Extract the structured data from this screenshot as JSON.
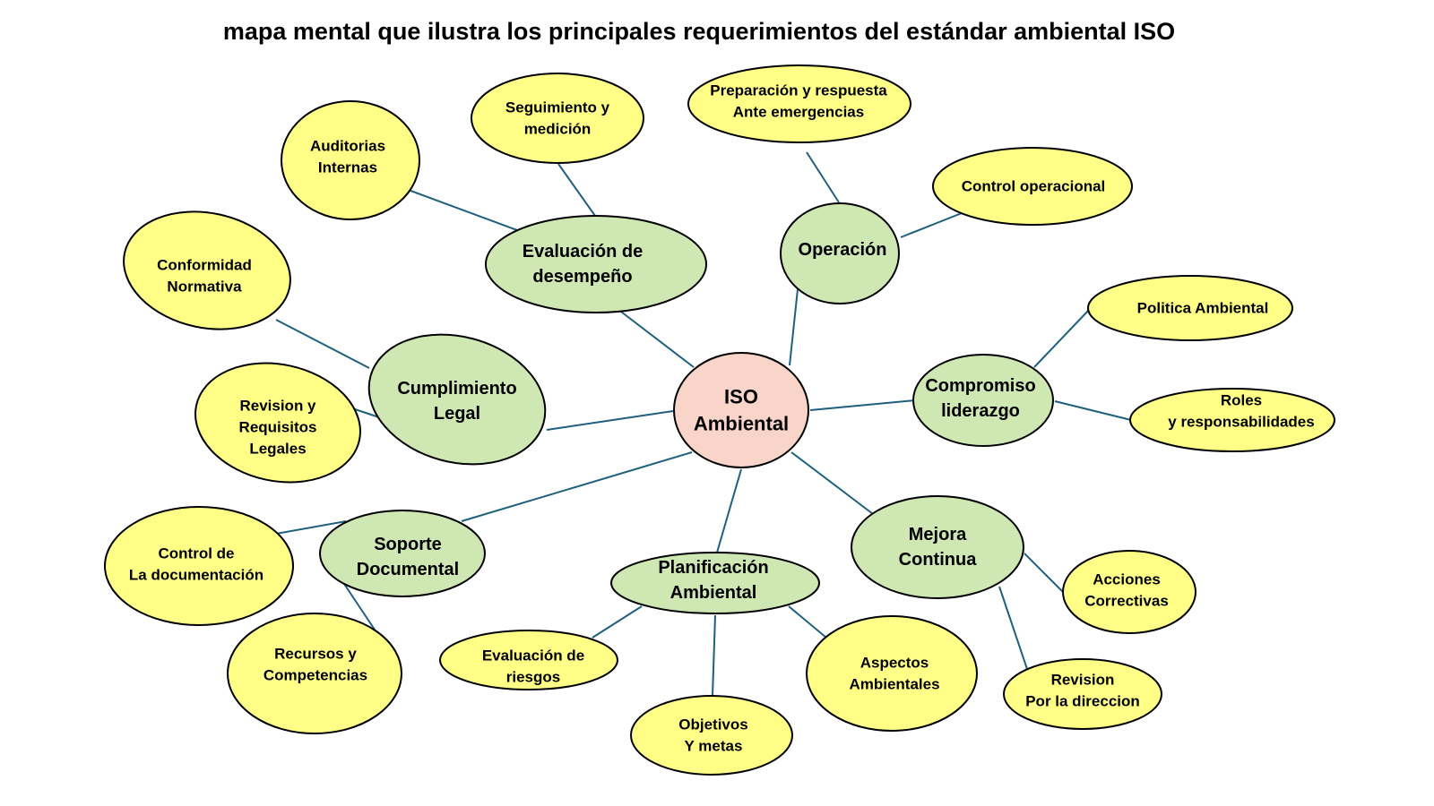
{
  "title": "mapa mental que ilustra los principales requerimientos del estándar ambiental ISO",
  "colors": {
    "center_fill": "#f8d5c8",
    "branch_fill": "#cfe7b3",
    "leaf_fill": "#ffff88",
    "outline": "#000000",
    "connector": "#1f5f7f"
  },
  "center": {
    "id": "center",
    "lines": [
      "ISO",
      "Ambiental"
    ]
  },
  "branches": [
    {
      "id": "evaluacion",
      "lines": [
        "Evaluación de",
        "desempeño"
      ]
    },
    {
      "id": "operacion",
      "lines": [
        "Operación"
      ]
    },
    {
      "id": "cumplimiento",
      "lines": [
        "Cumplimiento",
        "Legal"
      ]
    },
    {
      "id": "compromiso",
      "lines": [
        "Compromiso",
        "liderazgo"
      ]
    },
    {
      "id": "soporte",
      "lines": [
        "Soporte",
        "Documental"
      ]
    },
    {
      "id": "planificacion",
      "lines": [
        "Planificación",
        "Ambiental"
      ]
    },
    {
      "id": "mejora",
      "lines": [
        "Mejora",
        "Continua"
      ]
    }
  ],
  "leaves": [
    {
      "id": "auditorias",
      "parent": "evaluacion",
      "lines": [
        "Auditorias",
        "Internas"
      ]
    },
    {
      "id": "seguimiento",
      "parent": "evaluacion",
      "lines": [
        "Seguimiento y",
        "medición"
      ]
    },
    {
      "id": "preparacion",
      "parent": "operacion",
      "lines": [
        "Preparación y respuesta",
        "Ante emergencias"
      ]
    },
    {
      "id": "control-operacional",
      "parent": "operacion",
      "lines": [
        "Control operacional"
      ]
    },
    {
      "id": "conformidad",
      "parent": "cumplimiento",
      "lines": [
        "Conformidad",
        "Normativa"
      ]
    },
    {
      "id": "revision-requisitos",
      "parent": "cumplimiento",
      "lines": [
        "Revision y",
        "Requisitos",
        "Legales"
      ]
    },
    {
      "id": "politica",
      "parent": "compromiso",
      "lines": [
        "Politica Ambiental"
      ]
    },
    {
      "id": "roles",
      "parent": "compromiso",
      "lines": [
        "Roles",
        "y responsabilidades"
      ]
    },
    {
      "id": "control-documentacion",
      "parent": "soporte",
      "lines": [
        "Control de",
        "La documentación"
      ]
    },
    {
      "id": "recursos",
      "parent": "soporte",
      "lines": [
        "Recursos y",
        "Competencias"
      ]
    },
    {
      "id": "evaluacion-riesgos",
      "parent": "planificacion",
      "lines": [
        "Evaluación de",
        "riesgos"
      ]
    },
    {
      "id": "objetivos",
      "parent": "planificacion",
      "lines": [
        "Objetivos",
        "Y metas"
      ]
    },
    {
      "id": "aspectos",
      "parent": "planificacion",
      "lines": [
        "Aspectos",
        "Ambientales"
      ]
    },
    {
      "id": "acciones",
      "parent": "mejora",
      "lines": [
        "Acciones",
        "Correctivas"
      ]
    },
    {
      "id": "revision-direccion",
      "parent": "mejora",
      "lines": [
        "Revision",
        "Por la direccion"
      ]
    }
  ]
}
